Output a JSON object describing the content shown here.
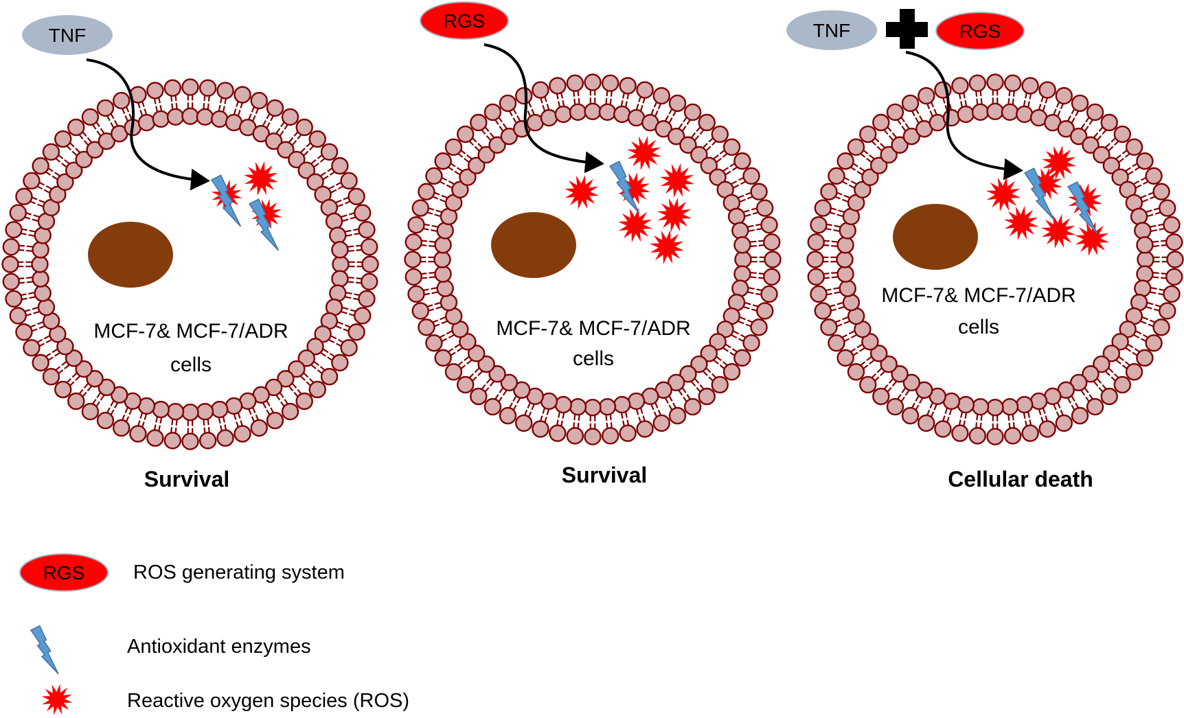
{
  "colors": {
    "tnf_fill": "#abb8c9",
    "rgs_fill": "#ff0000",
    "rgs_stroke": "#a9b7c9",
    "lipid_head_fill": "#d6aeae",
    "lipid_stroke": "#7f0000",
    "nucleus": "#843c0c",
    "enzyme_fill": "#5b9bd5",
    "enzyme_stroke": "#41719c",
    "ros": "#ff0000",
    "arrow": "#000000"
  },
  "panels": [
    {
      "inputs": [
        "TNF"
      ],
      "cell_label_line1": "MCF-7& MCF-7/ADR",
      "cell_label_line2": "cells",
      "outcome": "Survival",
      "enzyme_count": 2,
      "ros_count": 3
    },
    {
      "inputs": [
        "RGS"
      ],
      "cell_label_line1": "MCF-7& MCF-7/ADR",
      "cell_label_line2": "cells",
      "outcome": "Survival",
      "enzyme_count": 1,
      "ros_count": 7
    },
    {
      "inputs": [
        "TNF",
        "RGS"
      ],
      "combine_symbol": "plus",
      "cell_label_line1": "MCF-7& MCF-7/ADR",
      "cell_label_line2": "cells",
      "outcome": "Cellular death",
      "enzyme_count": 2,
      "ros_count": 7
    }
  ],
  "legend": [
    {
      "icon": "rgs-ellipse-icon",
      "icon_text": "RGS",
      "label": "ROS generating system"
    },
    {
      "icon": "lightning-bolt-icon",
      "label": "Antioxidant enzymes"
    },
    {
      "icon": "red-starburst-icon",
      "label": "Reactive oxygen species (ROS)"
    }
  ]
}
